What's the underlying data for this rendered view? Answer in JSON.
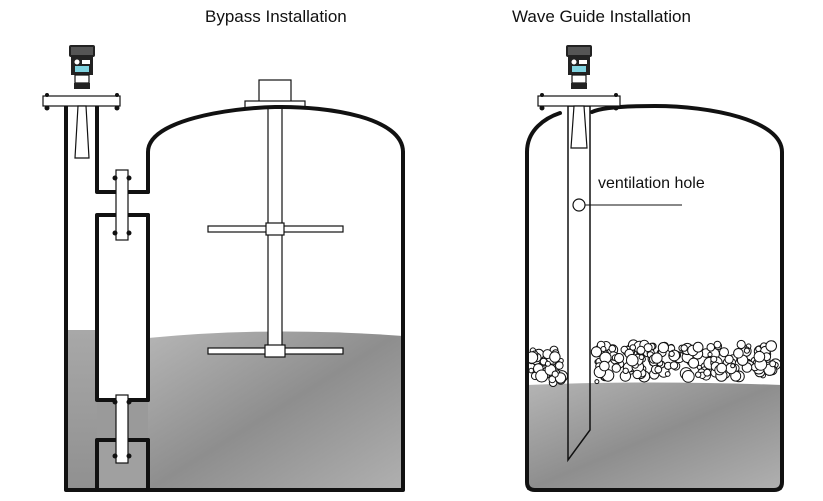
{
  "diagrams": [
    {
      "title": "Bypass Installation"
    },
    {
      "title": "Wave Guide Installation",
      "annotation": "ventilation hole"
    }
  ],
  "colors": {
    "line": "#111111",
    "liquid_light": "#bdbdbd",
    "liquid_dark": "#8a8a8a",
    "sensor_window": "#7fd3e0"
  }
}
